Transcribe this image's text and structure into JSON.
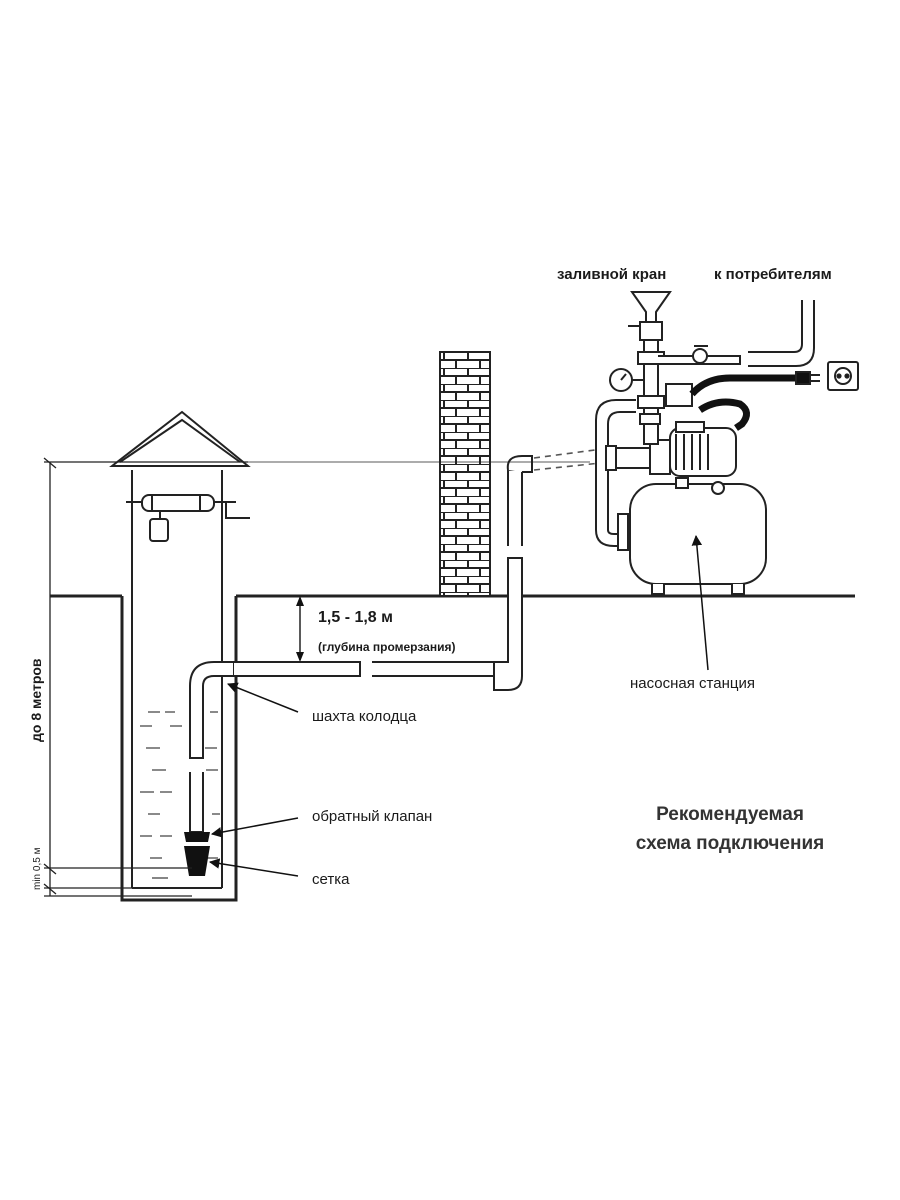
{
  "labels": {
    "fill_tap": "заливной кран",
    "to_consumers": "к потребителям",
    "depth": "1,5 - 1,8 м",
    "freeze_depth": "(глубина промерзания)",
    "well_shaft": "шахта колодца",
    "pump_station": "насосная станция",
    "check_valve": "обратный клапан",
    "strainer": "сетка",
    "up_to_8m": "до 8 метров",
    "min_05m": "min 0,5 м"
  },
  "title": {
    "line1": "Рекомендуемая",
    "line2": "схема подключения"
  }
}
